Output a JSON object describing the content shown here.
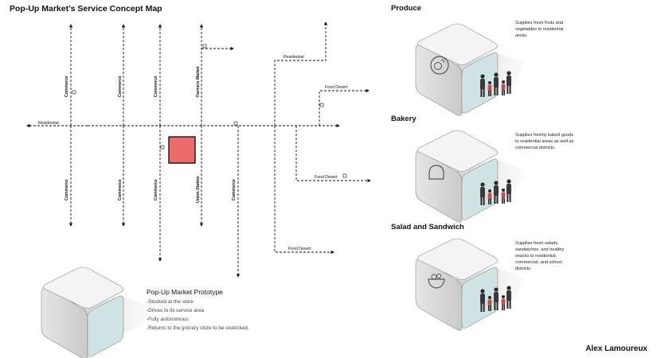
{
  "map": {
    "title": "Pop-Up Market’s Service Concept Map",
    "vertical_labels": [
      "Commerce",
      "Commerce",
      "Commerce",
      "Farmers Market",
      "Commerce",
      "Commerce",
      "Commerce",
      "Union Station",
      "Commerce"
    ],
    "horizontal_labels": [
      "Residential",
      "Residential",
      "Food Desert",
      "Food Desert",
      "Food Desert"
    ]
  },
  "prototype": {
    "title": "Pop-Up Market Prototype",
    "items": [
      "-Stocked at the store",
      "-Drives to its service area",
      "-Fully autonomous",
      "-Returns to the grocery store to be restocked."
    ]
  },
  "sections": [
    {
      "title": "Produce",
      "icon": "produce-icon",
      "desc": [
        "Supplies fresh fruits and",
        "vegetables to residential",
        "areas."
      ]
    },
    {
      "title": "Bakery",
      "icon": "bread-icon",
      "desc": [
        "Supplies freshly baked goods",
        "to residential areas as well as",
        "commercial districts."
      ]
    },
    {
      "title": "Salad and Sandwich",
      "icon": "salad-icon",
      "desc": [
        "Supplies fresh salads,",
        "sandwiches, and healthy",
        "snacks to residential,",
        "commercial, and school",
        "districts."
      ]
    }
  ],
  "author": "Alex Lamoureux",
  "colors": {
    "store": "#ef6b6b",
    "cube_side": "#cfe3e4",
    "cube_top": "#f4f4f4"
  }
}
